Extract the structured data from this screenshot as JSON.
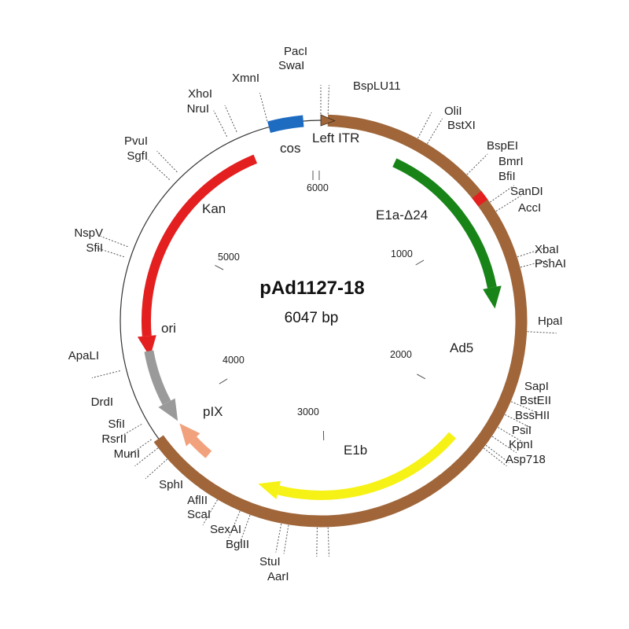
{
  "plasmid": {
    "name": "pAd1127-18",
    "size_label": "6047 bp",
    "length": 6047
  },
  "colors": {
    "backbone": "#a0663a",
    "kan": "#e41f1f",
    "e1a": "#188418",
    "e1b": "#f6f216",
    "pix": "#f2a17d",
    "ori": "#9a9a9a",
    "cos": "#1e6cc2",
    "itr": "#a0663a",
    "marker_red": "#e41f1f"
  },
  "scale_ticks": [
    {
      "label": "1000",
      "bp": 1000
    },
    {
      "label": "2000",
      "bp": 2000
    },
    {
      "label": "3000",
      "bp": 3000
    },
    {
      "label": "4000",
      "bp": 4000
    },
    {
      "label": "5000",
      "bp": 5000
    },
    {
      "label": "6000",
      "bp": 6000
    }
  ],
  "features": [
    {
      "key": "ad5",
      "label": "Ad5"
    },
    {
      "key": "e1a",
      "label": "E1a-Δ24"
    },
    {
      "key": "e1b",
      "label": "E1b"
    },
    {
      "key": "pix",
      "label": "pIX"
    },
    {
      "key": "ori",
      "label": "ori"
    },
    {
      "key": "kan",
      "label": "Kan"
    },
    {
      "key": "cos",
      "label": "cos"
    },
    {
      "key": "itr",
      "label": "Left ITR"
    }
  ],
  "enzymes": [
    {
      "key": "pacl",
      "label": "PacI"
    },
    {
      "key": "swal",
      "label": "SwaI"
    },
    {
      "key": "bsplu11",
      "label": "BspLU11"
    },
    {
      "key": "olil",
      "label": "OliI"
    },
    {
      "key": "bstxi",
      "label": "BstXI"
    },
    {
      "key": "bspei",
      "label": "BspEI"
    },
    {
      "key": "bmri",
      "label": "BmrI"
    },
    {
      "key": "bfii",
      "label": "BfiI"
    },
    {
      "key": "sandi",
      "label": "SanDI"
    },
    {
      "key": "accl",
      "label": "AccI"
    },
    {
      "key": "xbal",
      "label": "XbaI"
    },
    {
      "key": "pshal",
      "label": "PshAI"
    },
    {
      "key": "hpal",
      "label": "HpaI"
    },
    {
      "key": "sapl",
      "label": "SapI"
    },
    {
      "key": "bsteii",
      "label": "BstEII"
    },
    {
      "key": "bsshii",
      "label": "BssHII"
    },
    {
      "key": "psil",
      "label": "PsiI"
    },
    {
      "key": "kpnl",
      "label": "KpnI"
    },
    {
      "key": "asp718",
      "label": "Asp718"
    },
    {
      "key": "stul",
      "label": "StuI"
    },
    {
      "key": "aarl",
      "label": "AarI"
    },
    {
      "key": "bglll",
      "label": "BglII"
    },
    {
      "key": "sexal",
      "label": "SexAI"
    },
    {
      "key": "scal",
      "label": "ScaI"
    },
    {
      "key": "aflll",
      "label": "AflII"
    },
    {
      "key": "sphl",
      "label": "SphI"
    },
    {
      "key": "munl",
      "label": "MunI"
    },
    {
      "key": "rsrll",
      "label": "RsrII"
    },
    {
      "key": "sfil2",
      "label": "SfiI"
    },
    {
      "key": "drdl",
      "label": "DrdI"
    },
    {
      "key": "apali",
      "label": "ApaLI"
    },
    {
      "key": "sfil1",
      "label": "SfiI"
    },
    {
      "key": "nspv",
      "label": "NspV"
    },
    {
      "key": "sgfl",
      "label": "SgfI"
    },
    {
      "key": "pvul",
      "label": "PvuI"
    },
    {
      "key": "nrul",
      "label": "NruI"
    },
    {
      "key": "xhol",
      "label": "XhoI"
    },
    {
      "key": "xmnl",
      "label": "XmnI"
    }
  ]
}
